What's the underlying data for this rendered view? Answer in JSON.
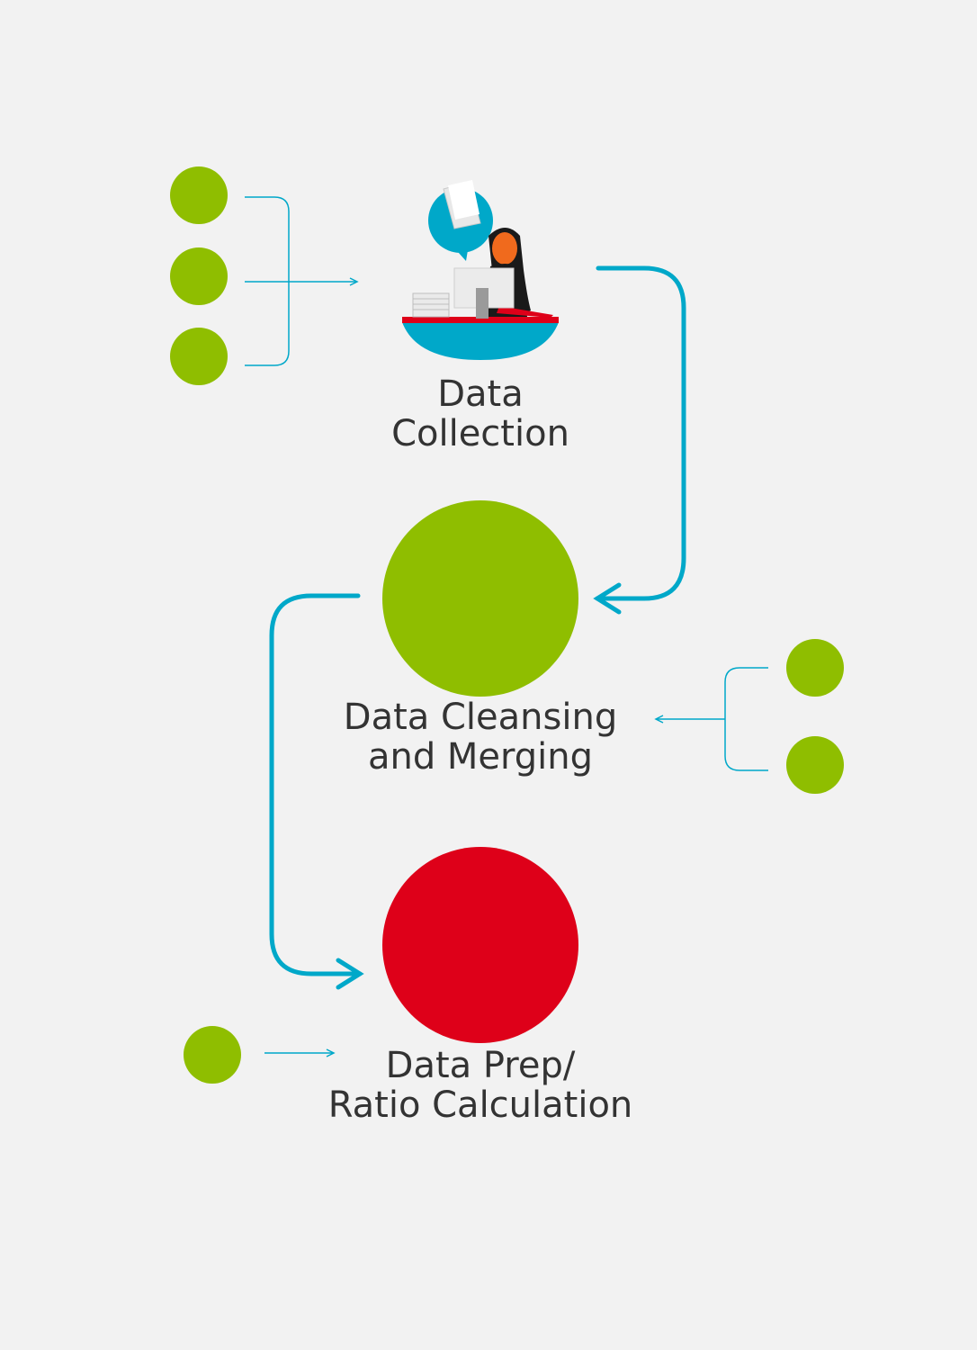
{
  "colors": {
    "background": "#f2f2f2",
    "accent_green": "#8fbe00",
    "accent_red": "#de0019",
    "connector_blue": "#00a8c9",
    "label_text": "#333333"
  },
  "steps": [
    {
      "id": "data-collection",
      "label_lines": [
        "Data",
        "Collection"
      ],
      "icon": "person-at-desk-icon"
    },
    {
      "id": "data-cleansing",
      "label_lines": [
        "Data Cleansing",
        "and Merging"
      ],
      "icon": "green-circle"
    },
    {
      "id": "data-prep",
      "label_lines": [
        "Data Prep/",
        "Ratio Calculation"
      ],
      "icon": "red-circle"
    }
  ],
  "input_groups": [
    {
      "step": "data-collection",
      "input_count": 3
    },
    {
      "step": "data-cleansing",
      "input_count": 2
    },
    {
      "step": "data-prep",
      "input_count": 1
    }
  ]
}
